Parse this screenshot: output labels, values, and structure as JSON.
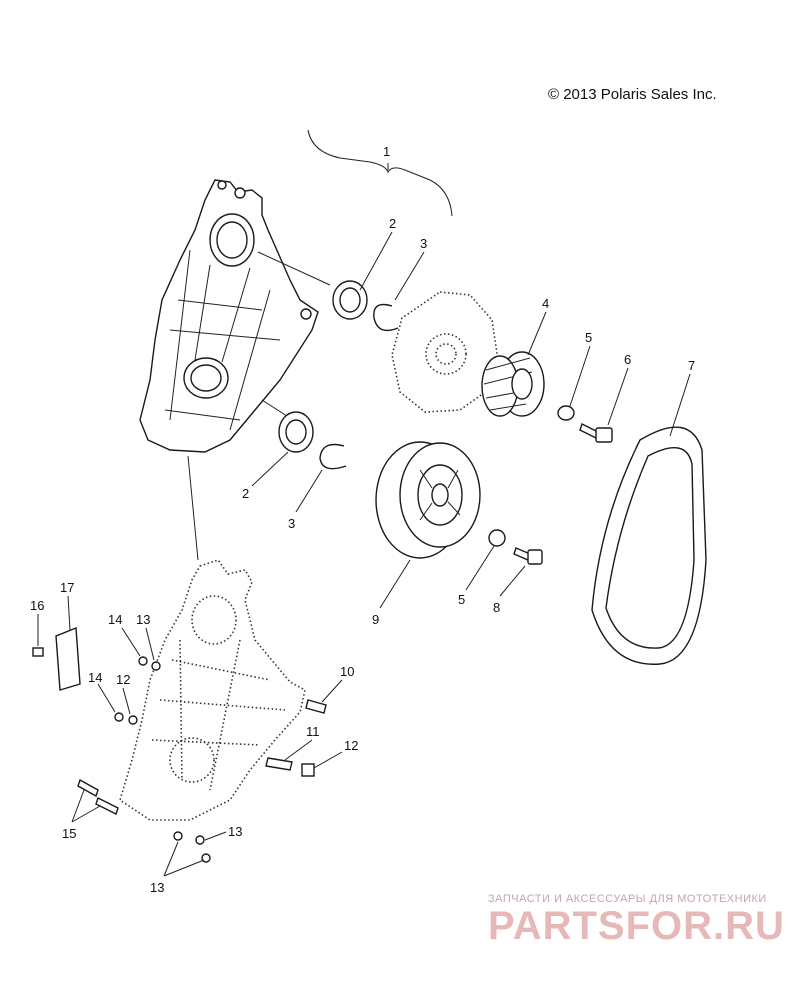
{
  "copyright": "© 2013 Polaris Sales Inc.",
  "callouts": [
    "1",
    "2",
    "3",
    "4",
    "5",
    "6",
    "7",
    "2",
    "3",
    "9",
    "5",
    "8",
    "17",
    "16",
    "14",
    "13",
    "14",
    "12",
    "10",
    "11",
    "12",
    "15",
    "13",
    "13"
  ],
  "watermark": {
    "line": "ЗАПЧАСТИ И АКСЕССУАРЫ ДЛЯ МОТОТЕХНИКИ",
    "logo": "PARTSFOR.RU"
  }
}
